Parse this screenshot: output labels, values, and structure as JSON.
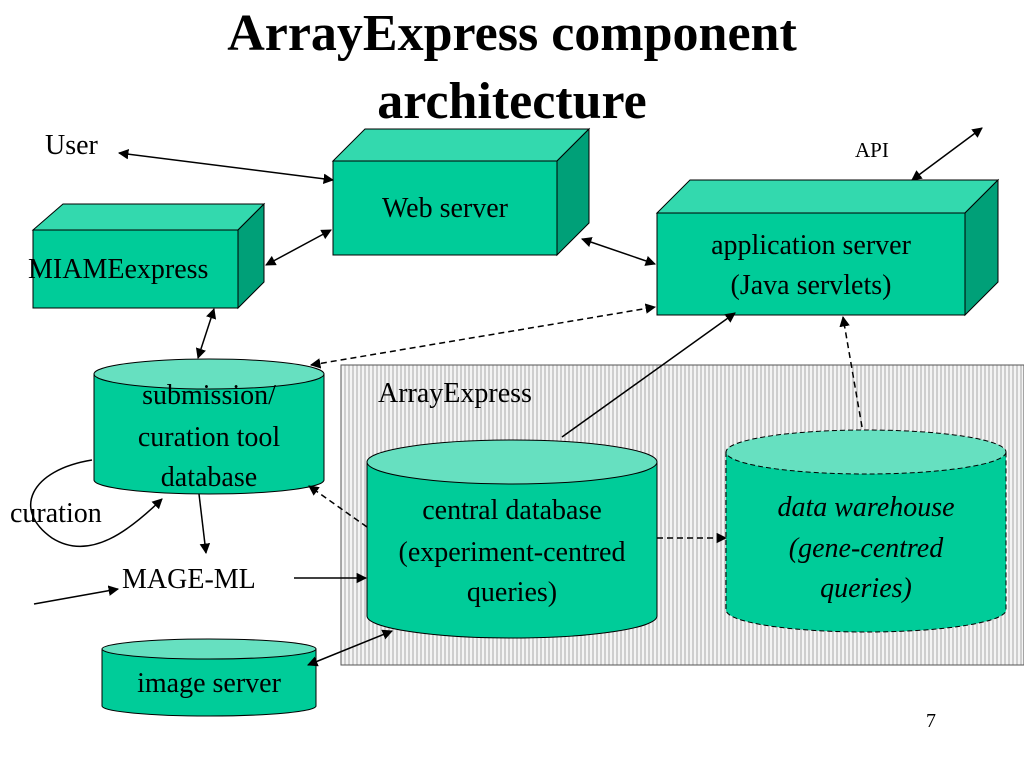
{
  "slide": {
    "title_line1": "ArrayExpress component",
    "title_line2": "architecture",
    "page_number": "7"
  },
  "colors": {
    "box_front": "#00cc99",
    "box_top": "#33d9ae",
    "box_side": "#00a078",
    "cyl_top": "#66e0c0",
    "panel_fill": "#f4f4f4",
    "hatch": "#a8a8a8"
  },
  "labels": {
    "user": "User",
    "api": "API",
    "web_server": "Web server",
    "miame": "MIAMEexpress",
    "app_server_1": "application server",
    "app_server_2": "(Java servlets)",
    "submission_1": "submission/",
    "submission_2": "curation tool",
    "submission_3": "database",
    "arrayexpress": "ArrayExpress",
    "central_1": "central database",
    "central_2": "(experiment-centred",
    "central_3": "queries)",
    "warehouse_1": "data warehouse",
    "warehouse_2": "(gene-centred",
    "warehouse_3": "queries)",
    "curation": "curation",
    "mage_ml": "MAGE-ML",
    "image_server": "image server"
  }
}
